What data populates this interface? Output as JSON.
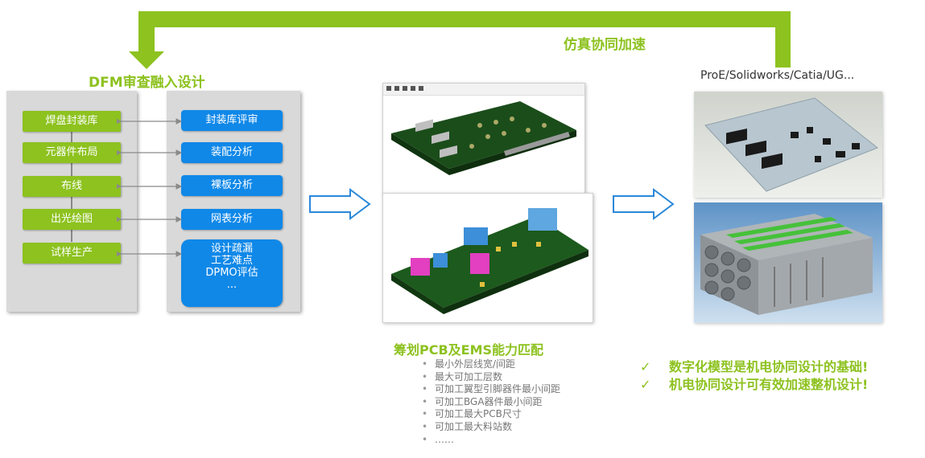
{
  "top_loop_label": "仿真协同加速",
  "dfm_title": "DFM审查融入设计",
  "process_steps": [
    "焊盘封装库",
    "元器件布局",
    "布线",
    "出光绘图",
    "试样生产"
  ],
  "review_items": [
    "封装库评审",
    "装配分析",
    "裸板分析",
    "网表分析"
  ],
  "review_big_lines": [
    "设计疏漏",
    "工艺难点",
    "DPMO评估",
    "..."
  ],
  "pcb_title": "筹划PCB及EMS能力匹配",
  "pcb_bullets": [
    "最小外层线宽/间距",
    "最大可加工层数",
    "可加工翼型引脚器件最小间距",
    "可加工BGA器件最小间距",
    "可加工最大PCB尺寸",
    "可加工最大料站数",
    "……"
  ],
  "cad_label": "ProE/Solidworks/Catia/UG...",
  "conclusions": [
    "数字化模型是机电协同设计的基础!",
    "机电协同设计可有效加速整机设计!"
  ],
  "check_glyph": "✓",
  "bullet_glyph": "•",
  "colors": {
    "green": "#8dc21f",
    "blue": "#1088e8",
    "panel": "#d9d9d9"
  }
}
